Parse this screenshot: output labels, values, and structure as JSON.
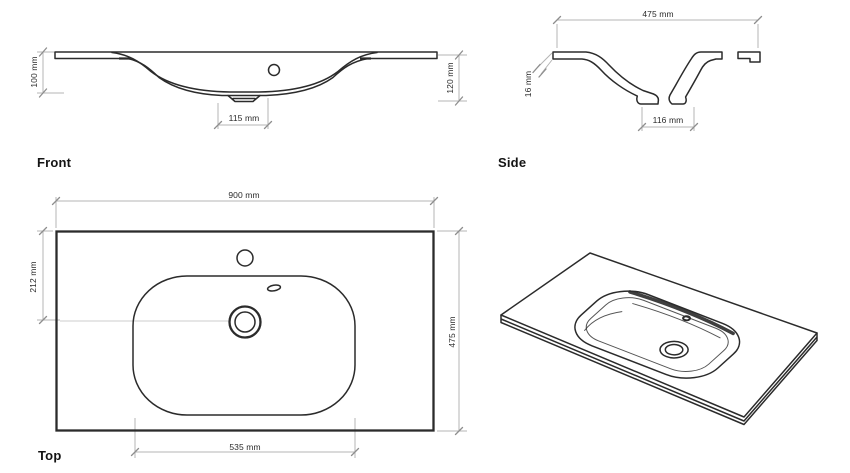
{
  "colors": {
    "background": "#ffffff",
    "line": "#2b2b2b",
    "dim_line": "#b4b4b4",
    "tick": "#8e8e8e",
    "text": "#2a2a2a",
    "label": "#141414"
  },
  "views": {
    "front": {
      "label": "Front",
      "dim_left": "100 mm",
      "dim_right": "120 mm",
      "dim_bottom": "115 mm"
    },
    "side": {
      "label": "Side",
      "dim_top": "475 mm",
      "dim_left": "16 mm",
      "dim_bottom": "116 mm"
    },
    "top": {
      "label": "Top",
      "dim_top": "900 mm",
      "dim_left": "212 mm",
      "dim_right": "475 mm",
      "dim_bottom": "535 mm"
    }
  }
}
